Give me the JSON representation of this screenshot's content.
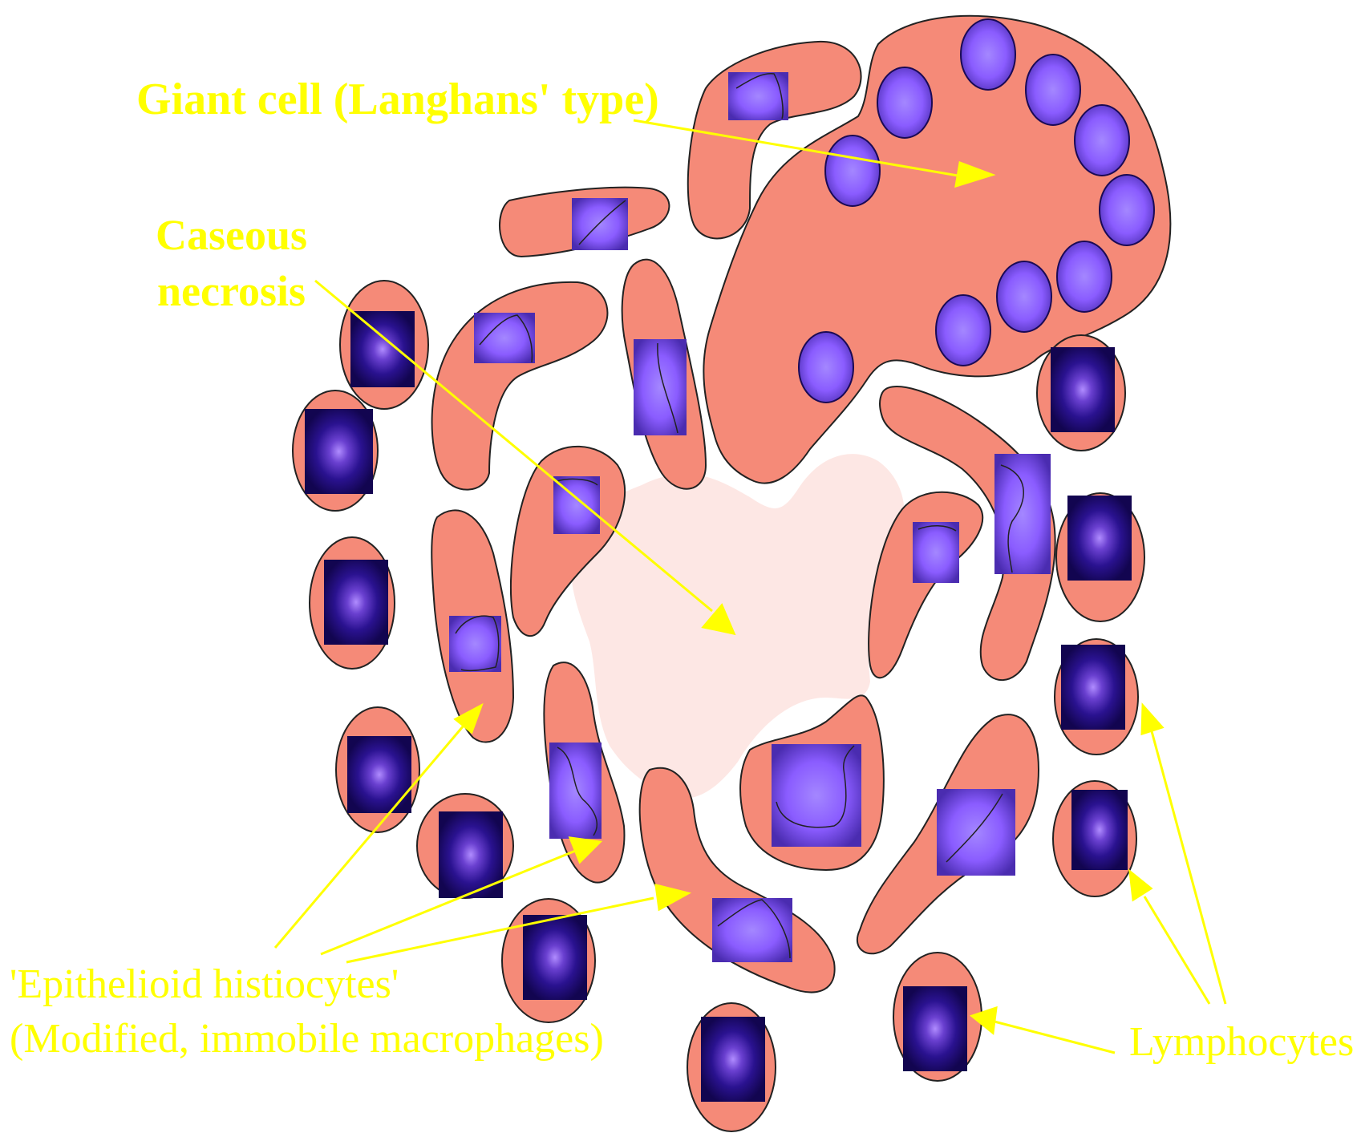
{
  "labels": {
    "giant_cell": "Giant cell (Langhans' type)",
    "caseous_line1": "Caseous",
    "caseous_line2": "necrosis",
    "epithelioid_line1": "'Epithelioid histiocytes'",
    "epithelioid_line2": "(Modified, immobile macrophages)",
    "lymphocytes": "Lymphocytes"
  },
  "colors": {
    "label_text": "#ffff00",
    "arrow": "#ffff00",
    "cytoplasm": "#f58a78",
    "necrosis": "#fde7e4",
    "histiocyte_nucleus": "#8458ff",
    "lymphocyte_nucleus": "#1a0866",
    "outline": "#222222"
  },
  "icons": {
    "giant_cell": "multinucleated-giant-cell",
    "histiocyte": "epithelioid-histiocyte-cell",
    "lymphocyte": "lymphocyte-cell",
    "necrosis": "caseous-necrosis-zone",
    "arrow": "yellow-pointer-arrow"
  }
}
